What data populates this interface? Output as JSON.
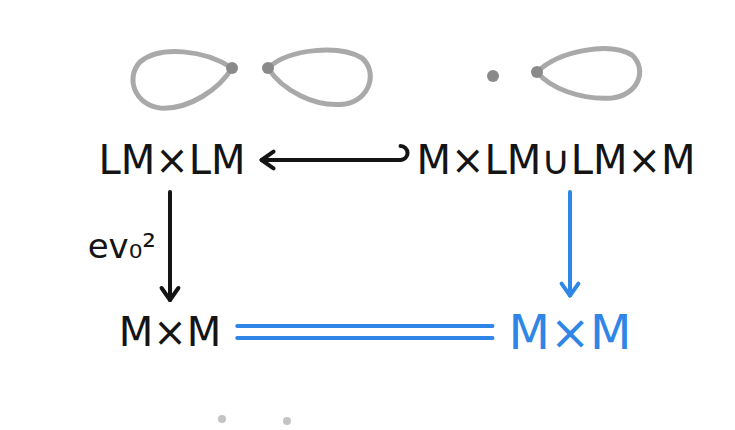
{
  "diagram": {
    "nodes": [
      {
        "text": [
          "LM×LM"
        ]
      },
      {
        "text": [
          "M×LM∪LM×M"
        ]
      },
      {
        "text": [
          "M×M"
        ]
      },
      {
        "text": [
          "M×M"
        ]
      }
    ],
    "edges": [
      {
        "from": 1,
        "to": 0,
        "arrow": "to"
      },
      {
        "from": 0,
        "to": 2,
        "arrow": "to",
        "label": "ev₀²"
      },
      {
        "from": 1,
        "to": 3,
        "arrow": "to"
      },
      {
        "from": 2,
        "to": 3,
        "arrow": "none"
      }
    ]
  }
}
